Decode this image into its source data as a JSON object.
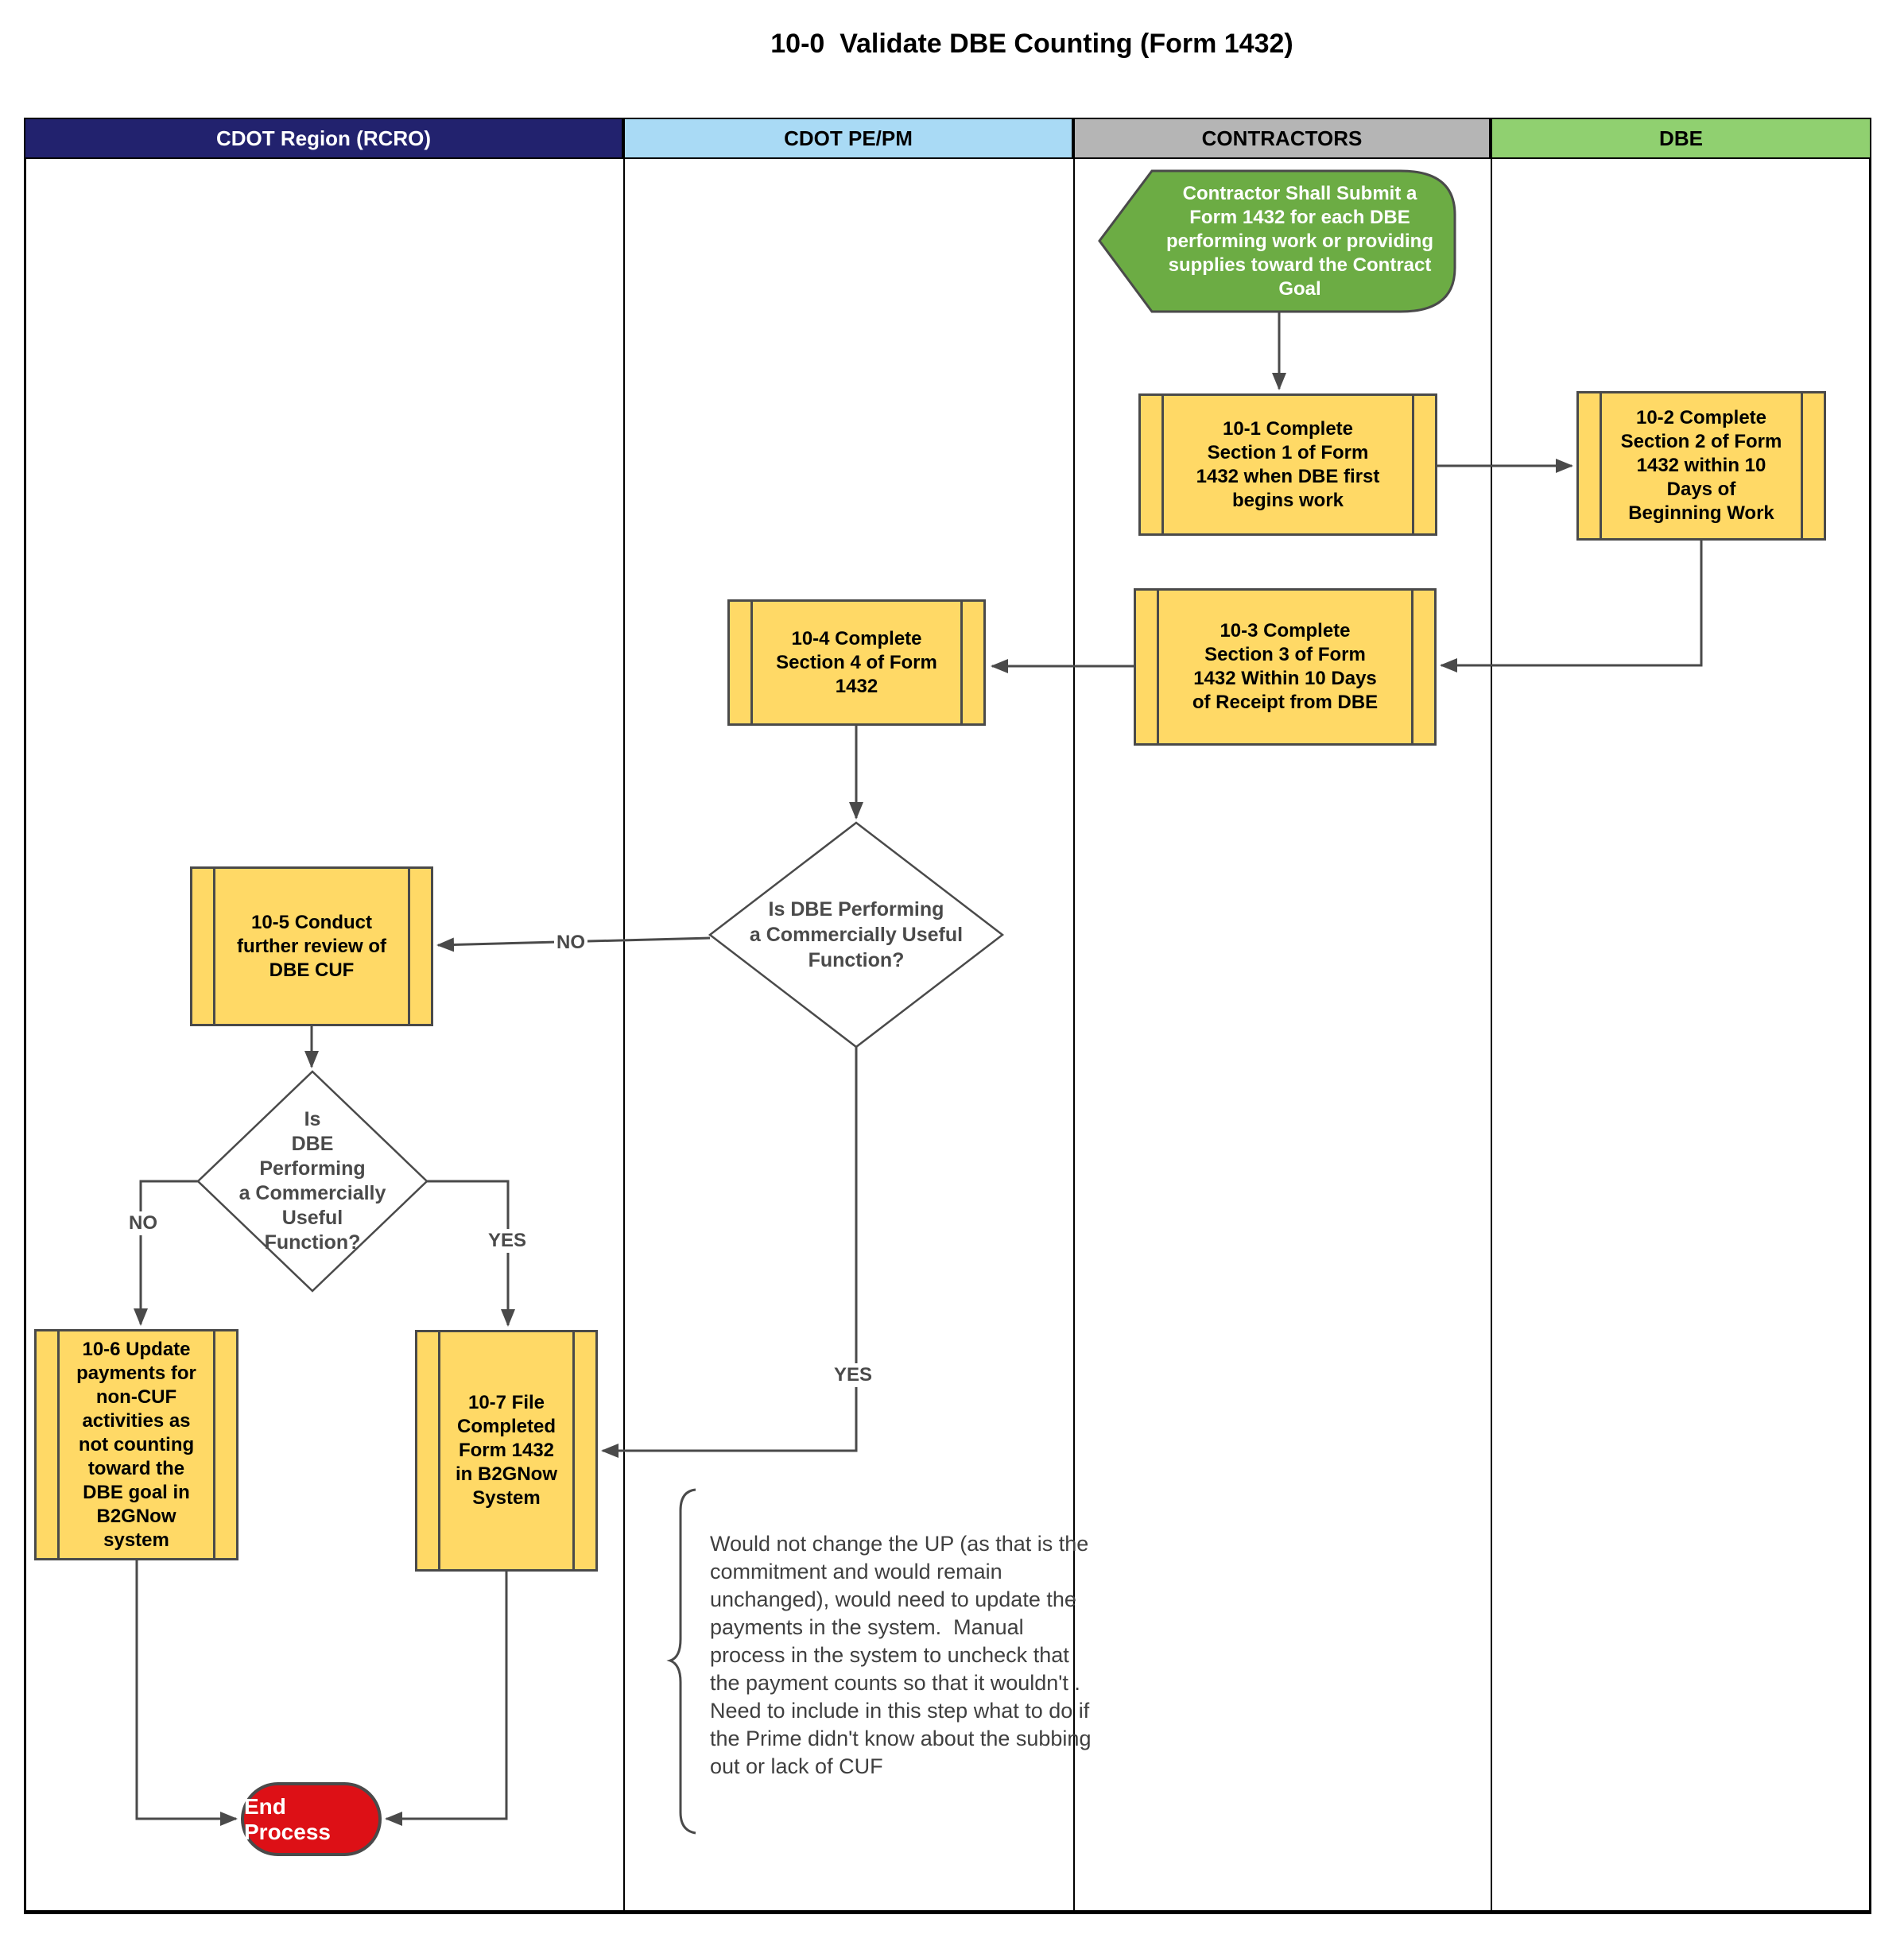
{
  "title": "10-0  Validate DBE Counting (Form 1432)",
  "lanes": [
    {
      "label": "CDOT Region (RCRO)",
      "bg": "#22226E",
      "text": "#FFFFFF"
    },
    {
      "label": "CDOT PE/PM",
      "bg": "#A9DAF5",
      "text": "#000000"
    },
    {
      "label": "CONTRACTORS",
      "bg": "#B5B5B5",
      "text": "#000000"
    },
    {
      "label": "DBE",
      "bg": "#90D070",
      "text": "#000000"
    }
  ],
  "nodes": {
    "start": {
      "label": "Contractor Shall Submit a\nForm 1432 for each DBE\nperforming work or providing\nsupplies toward the Contract\nGoal",
      "fill": "#6CAC44"
    },
    "s10_1": {
      "label": "10-1 Complete\nSection 1 of Form\n1432 when DBE first\nbegins work"
    },
    "s10_2": {
      "label": "10-2 Complete\nSection 2 of Form\n1432 within 10\nDays of\nBeginning Work"
    },
    "s10_3": {
      "label": "10-3 Complete\nSection 3 of Form\n1432 Within 10 Days\nof Receipt from DBE"
    },
    "s10_4": {
      "label": "10-4 Complete\nSection 4 of Form\n1432"
    },
    "d1": {
      "label": "Is DBE Performing\na Commercially Useful\nFunction?"
    },
    "s10_5": {
      "label": "10-5 Conduct\nfurther review of\nDBE CUF"
    },
    "d2": {
      "label": "Is\nDBE\nPerforming\na Commercially\nUseful\nFunction?"
    },
    "s10_6": {
      "label": "10-6 Update\npayments for\nnon-CUF\nactivities as\nnot counting\ntoward the\nDBE goal in\nB2GNow\nsystem"
    },
    "s10_7": {
      "label": "10-7 File\nCompleted\nForm 1432\nin B2GNow\nSystem"
    },
    "end": {
      "label": "End Process",
      "fill": "#DD1016"
    }
  },
  "edge_labels": {
    "d1_no": "NO",
    "d1_yes": "YES",
    "d2_no": "NO",
    "d2_yes": "YES"
  },
  "annotation": "Would not change the UP (as that is the commitment and would remain unchanged), would need to update the payments in the system.  Manual process in the system to uncheck that the payment counts so that it wouldn't .  Need to include in this step what to do if the Prime didn't know about the subbing out or lack of CUF",
  "colors": {
    "process_fill": "#FFD966",
    "stroke": "#4A4A4A",
    "diamond_fill": "#FFFFFF",
    "frame": "#000000"
  }
}
